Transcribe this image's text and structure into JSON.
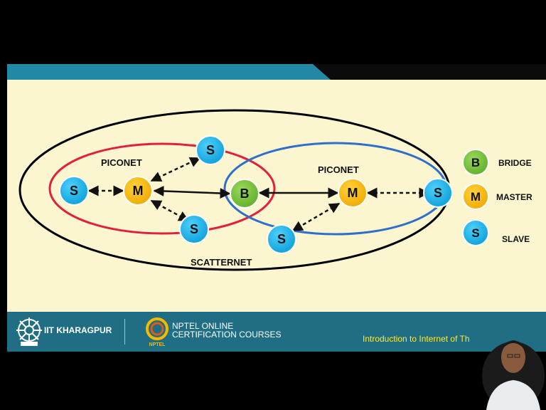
{
  "diagram": {
    "piconet_left_label": "PICONET",
    "piconet_right_label": "PICONET",
    "scatternet_label": "SCATTERNET",
    "nodes": {
      "slave": "S",
      "master": "M",
      "bridge": "B"
    },
    "legend": [
      {
        "symbol": "B",
        "label": "BRIDGE",
        "color": "#7cc242"
      },
      {
        "symbol": "M",
        "label": "MASTER",
        "color": "#f5b900"
      },
      {
        "symbol": "S",
        "label": "SLAVE",
        "color": "#1fb5ea"
      }
    ]
  },
  "footer": {
    "institute": "IIT KHARAGPUR",
    "nptel_line1": "NPTEL ONLINE",
    "nptel_line2": "CERTIFICATION COURSES",
    "nptel_logo_text": "NPTEL",
    "course_title": "Introduction to Internet of Th"
  },
  "colors": {
    "slide_bg": "#fcf6d0",
    "footer_bg": "#1f6e83",
    "header_band": "#2288a3",
    "left_piconet": "#e0203c",
    "right_piconet": "#2f6fc9",
    "scatternet": "#000000"
  }
}
